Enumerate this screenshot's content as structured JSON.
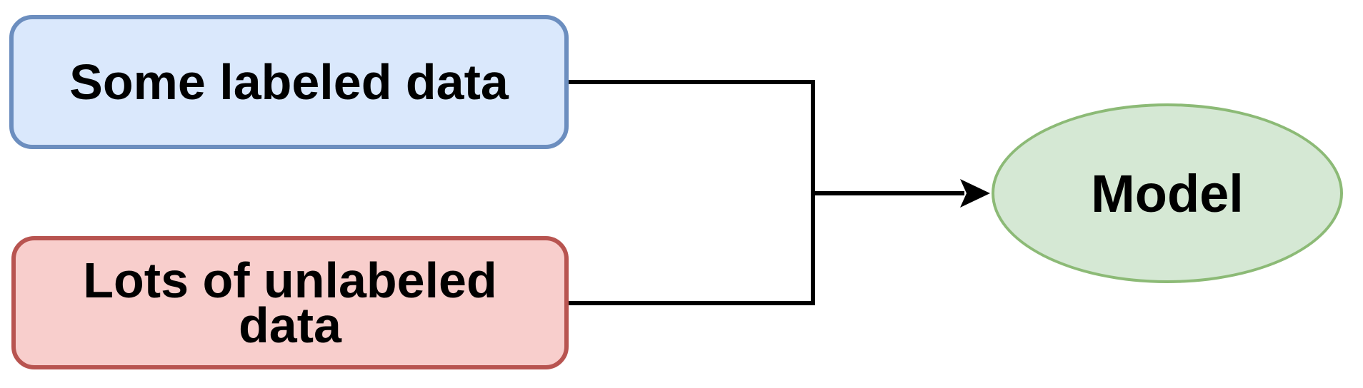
{
  "diagram": {
    "background_color": "#ffffff",
    "nodes": {
      "labeled_data": {
        "label": "Some labeled data",
        "shape": "rounded-rectangle",
        "fill_color": "#dae8fc",
        "border_color": "#6c8ebf",
        "text_color": "#000000"
      },
      "unlabeled_data": {
        "label": "Lots of unlabeled data",
        "shape": "rounded-rectangle",
        "fill_color": "#f8cecc",
        "border_color": "#b85450",
        "text_color": "#000000"
      },
      "model": {
        "label": "Model",
        "shape": "ellipse",
        "fill_color": "#d5e8d4",
        "border_color": "#8cba76",
        "text_color": "#000000"
      }
    },
    "connectors": {
      "color": "#000000",
      "style": "orthogonal-merge",
      "arrowhead": "filled-triangle",
      "edges": [
        {
          "from": "labeled_data",
          "to": "model"
        },
        {
          "from": "unlabeled_data",
          "to": "model"
        }
      ]
    }
  }
}
